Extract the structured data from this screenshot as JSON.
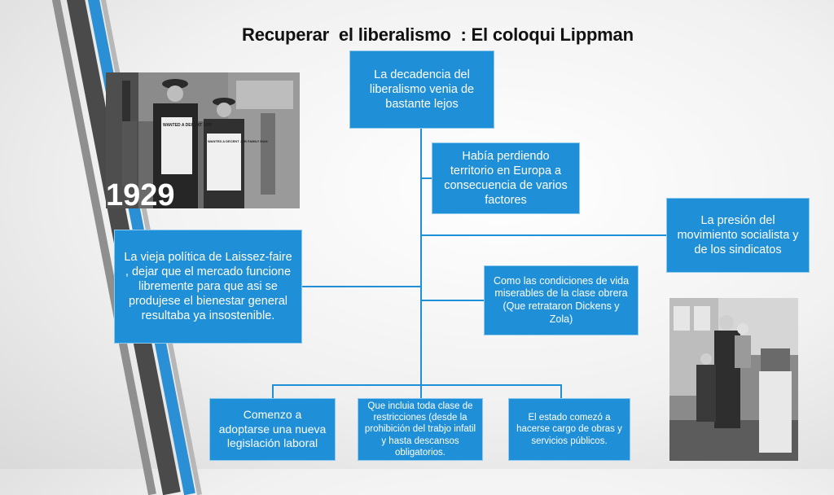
{
  "title": "Recuperar  el liberalismo  : El coloqui Lippman",
  "photos": {
    "top_left_year": "1929",
    "top_left_sign1": "WANTED A DECENT JOB",
    "top_left_sign2": "WANTED A DECENT JOB FAMILY MAN"
  },
  "nodes": {
    "root": "La decadencia del liberalismo venia de bastante lejos",
    "territorio": "Había perdiendo territorio en Europa a consecuencia de varios factores",
    "presion": "La presión del movimiento socialista  y de los sindicatos",
    "laissez": "La vieja política de Laissez-faire , dejar que el mercado funcione libremente  para que asi se produjese el bienestar general resultaba ya  insostenible.",
    "condiciones": "Como las condiciones de vida miserables de la clase obrera (Que retrataron Dickens y Zola)",
    "legislacion": "Comenzo a adoptarse una nueva legislación laboral",
    "restricciones": "Que incluia toda clase de restricciones (desde la prohibición del trabjo infatil y hasta descansos obligatorios.",
    "estado": "El estado comezó a hacerse cargo de  obras y servicios públicos."
  }
}
